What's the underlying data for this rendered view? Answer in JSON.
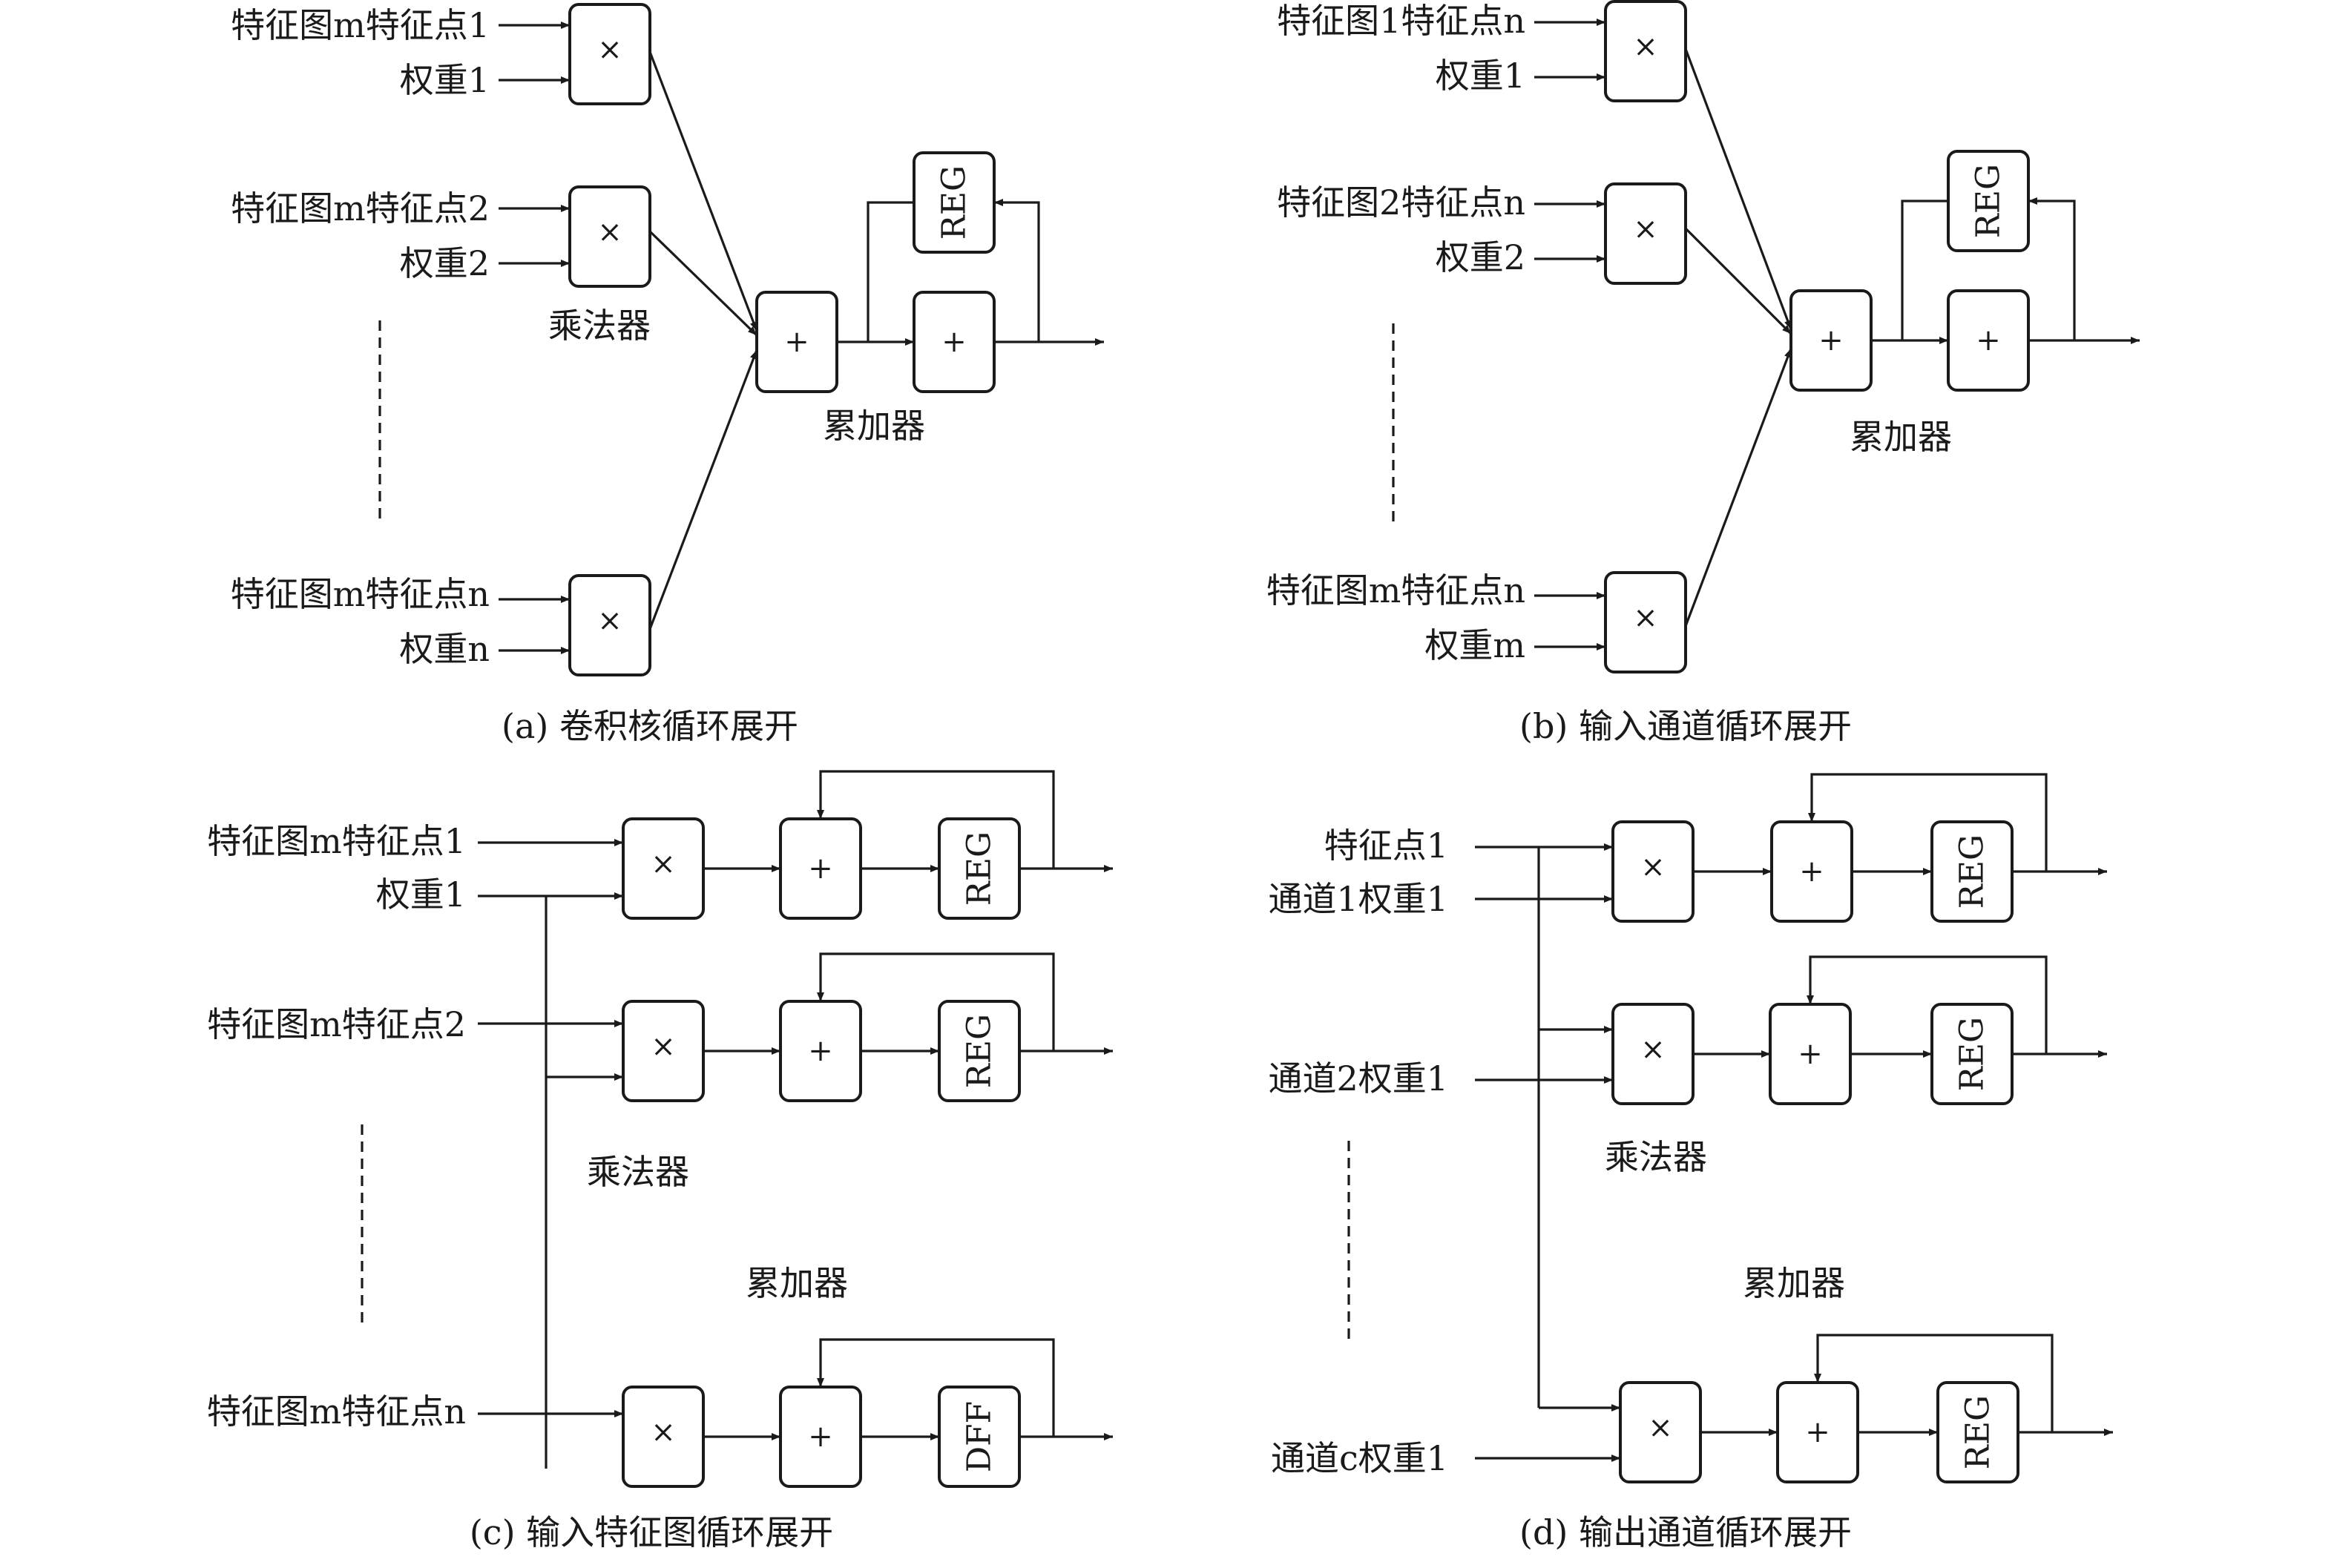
{
  "operators": {
    "multiply": "×",
    "add": "+"
  },
  "panel_a": {
    "caption": "(a) 卷积核循环展开",
    "inputs": [
      {
        "feature": "特征图m特征点1",
        "weight": "权重1"
      },
      {
        "feature": "特征图m特征点2",
        "weight": "权重2"
      },
      {
        "feature": "特征图m特征点n",
        "weight": "权重n"
      }
    ],
    "multiplier_label": "乘法器",
    "accumulator_label": "累加器",
    "reg": "REG"
  },
  "panel_b": {
    "caption": "(b) 输入通道循环展开",
    "inputs": [
      {
        "feature": "特征图1特征点n",
        "weight": "权重1"
      },
      {
        "feature": "特征图2特征点n",
        "weight": "权重2"
      },
      {
        "feature": "特征图m特征点n",
        "weight": "权重m"
      }
    ],
    "accumulator_label": "累加器",
    "reg": "REG"
  },
  "panel_c": {
    "caption": "(c) 输入特征图循环展开",
    "inputs": [
      "特征图m特征点1",
      "特征图m特征点2",
      "特征图m特征点n"
    ],
    "weight": "权重1",
    "multiplier_label": "乘法器",
    "accumulator_label": "累加器",
    "regs": [
      "REG",
      "REG",
      "DFF"
    ]
  },
  "panel_d": {
    "caption": "(d) 输出通道循环展开",
    "feature": "特征点1",
    "weights": [
      "通道1权重1",
      "通道2权重1",
      "通道c权重1"
    ],
    "multiplier_label": "乘法器",
    "accumulator_label": "累加器",
    "regs": [
      "REG",
      "REG",
      "REG"
    ]
  }
}
